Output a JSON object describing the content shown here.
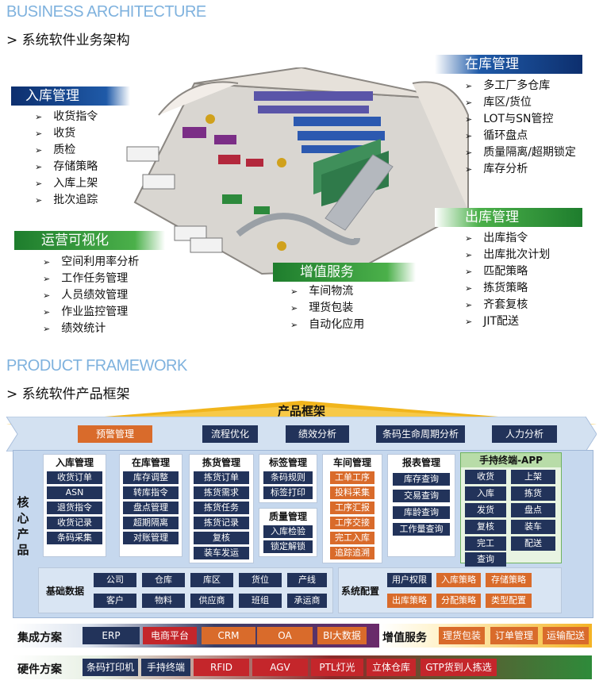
{
  "section1": {
    "title_en": "BUSINESS ARCHITECTURE",
    "title_cn": "> 系统软件业务架构"
  },
  "inbound": {
    "title": "入库管理",
    "items": [
      "收货指令",
      "收货",
      "质检",
      "存储策略",
      "入库上架",
      "批次追踪"
    ]
  },
  "instock": {
    "title": "在库管理",
    "items": [
      "多工厂多仓库",
      "库区/货位",
      "LOT与SN管控",
      "循环盘点",
      "质量隔离/超期锁定",
      "库存分析"
    ]
  },
  "outbound": {
    "title": "出库管理",
    "items": [
      "出库指令",
      "出库批次计划",
      "匹配策略",
      "拣货策略",
      "齐套复核",
      "JIT配送"
    ]
  },
  "ops": {
    "title": "运营可视化",
    "items": [
      "空间利用率分析",
      "工作任务管理",
      "人员绩效管理",
      "作业监控管理",
      "绩效统计"
    ]
  },
  "vas": {
    "title": "增值服务",
    "items": [
      "车间物流",
      "理货包装",
      "自动化应用"
    ]
  },
  "section2": {
    "title_en": "PRODUCT FRAMEWORK",
    "title_cn": "> 系统软件产品框架"
  },
  "framework": {
    "roof_title": "产品框架",
    "top_items": [
      "预警管理",
      "流程优化",
      "绩效分析",
      "条码生命周期分析",
      "人力分析"
    ],
    "core_label": "核心产品",
    "modules": [
      {
        "title": "入库管理",
        "items": [
          "收货订单",
          "ASN",
          "退货指令",
          "收货记录",
          "条码采集"
        ]
      },
      {
        "title": "在库管理",
        "items": [
          "库存调整",
          "转库指令",
          "盘点管理",
          "超期隔离",
          "对账管理"
        ]
      },
      {
        "title": "拣货管理",
        "items": [
          "拣货订单",
          "拣货需求",
          "拣货任务",
          "拣货记录",
          "复核",
          "装车发运"
        ]
      },
      {
        "title": "标签管理",
        "items": [
          "条码规则",
          "标签打印"
        ]
      },
      {
        "title": "质量管理",
        "items": [
          "入库检验",
          "锁定解锁"
        ]
      },
      {
        "title": "车间管理",
        "items": [
          "工单工序",
          "投料采集",
          "工序汇报",
          "工序交接",
          "完工入库",
          "追踪追溯"
        ]
      },
      {
        "title": "报表管理",
        "items": [
          "库存查询",
          "交易查询",
          "库龄查询",
          "工作量查询"
        ]
      },
      {
        "title": "手持终端-APP",
        "items": [
          "收货",
          "上架",
          "入库",
          "拣货",
          "发货",
          "盘点",
          "复核",
          "装车",
          "完工",
          "配送",
          "查询"
        ]
      }
    ],
    "basic": {
      "label": "基础数据",
      "items": [
        "公司",
        "仓库",
        "库区",
        "货位",
        "产线",
        "客户",
        "物料",
        "供应商",
        "班组",
        "承运商"
      ]
    },
    "config": {
      "label": "系统配置",
      "items": [
        "用户权限",
        "入库策略",
        "存储策略",
        "出库策略",
        "分配策略",
        "类型配置"
      ]
    },
    "integration": {
      "label": "集成方案",
      "items": [
        "ERP",
        "电商平台",
        "CRM",
        "OA",
        "BI大数据"
      ]
    },
    "value_added": {
      "label": "增值服务",
      "items": [
        "理货包装",
        "订单管理",
        "运输配送"
      ]
    },
    "hardware": {
      "label": "硬件方案",
      "items": [
        "条码打印机",
        "手持终端",
        "RFID",
        "AGV",
        "PTL灯光",
        "立体仓库",
        "GTP货到人拣选"
      ]
    }
  }
}
